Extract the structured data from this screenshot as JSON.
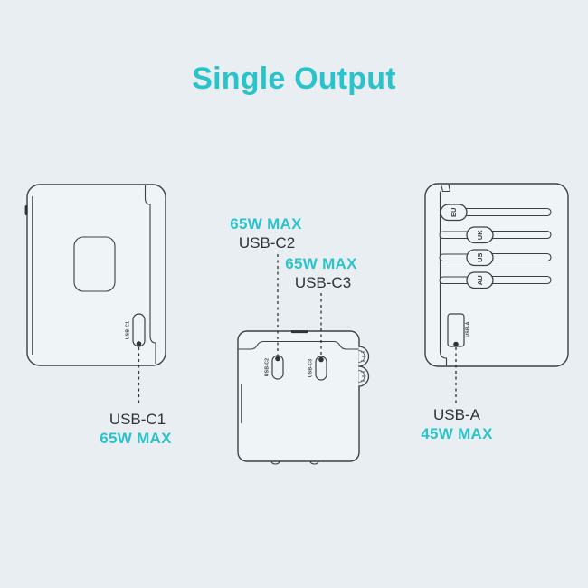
{
  "title": "Single Output",
  "colors": {
    "accent": "#2BC3CB",
    "label_text": "#2E3338",
    "line": "#3C4043",
    "background": "#E8EEF1"
  },
  "left_device": {
    "port_engraving": "USB-C1",
    "callout": {
      "name": "USB-C1",
      "power": "65W MAX"
    }
  },
  "middle_device": {
    "ports": [
      {
        "engraving": "USB-C2",
        "callout_name": "USB-C2",
        "callout_power": "65W MAX"
      },
      {
        "engraving": "USB-C3",
        "callout_name": "USB-C3",
        "callout_power": "65W MAX"
      }
    ]
  },
  "right_device": {
    "sliders": [
      "EU",
      "UK",
      "US",
      "AU"
    ],
    "port_engraving": "USB-A",
    "callout": {
      "name": "USB-A",
      "power": "45W MAX"
    }
  }
}
